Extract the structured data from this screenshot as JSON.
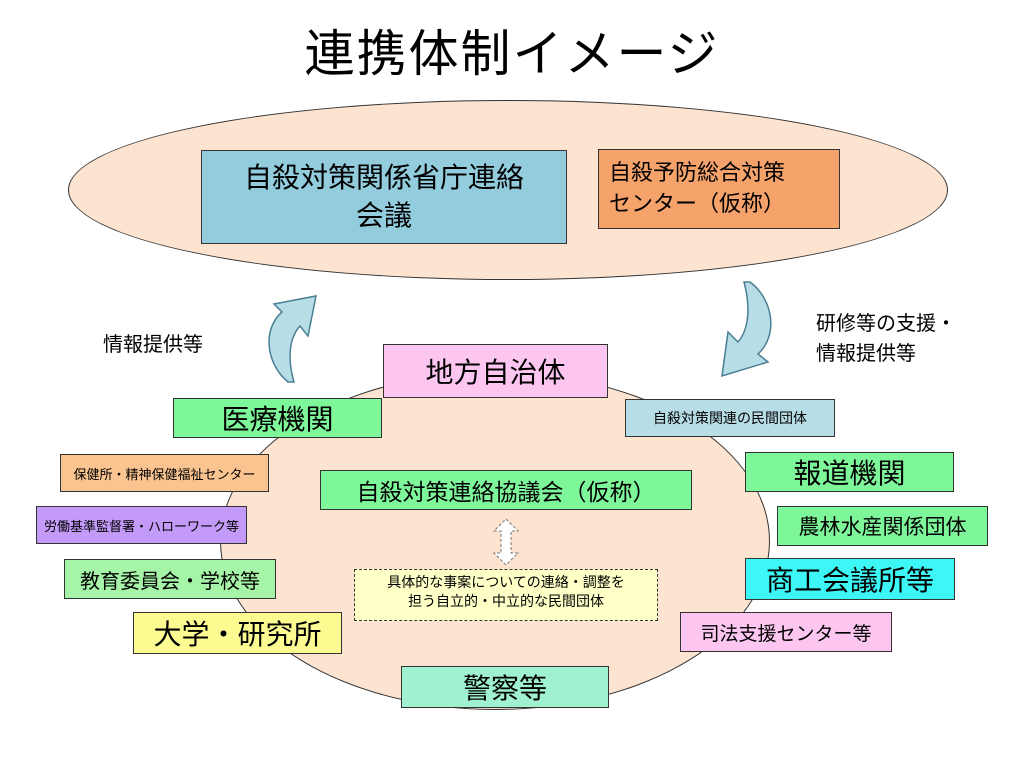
{
  "title": "連携体制イメージ",
  "top": {
    "council_line1": "自殺対策関係省庁連絡",
    "council_line2": "会議",
    "center_line1": "自殺予防総合対策",
    "center_line2": "センター（仮称）"
  },
  "arrows": {
    "left_label": "情報提供等",
    "right_label_line1": "研修等の支援・",
    "right_label_line2": "情報提供等"
  },
  "circle": {
    "local_gov": "地方自治体",
    "medical": "医療機関",
    "private_org": "自殺対策関連の民間団体",
    "health_center": "保健所・精神保健福祉センター",
    "press": "報道機関",
    "center_council": "自殺対策連絡協議会（仮称）",
    "labor": "労働基準監督署・ハローワーク等",
    "agri": "農林水産関係団体",
    "education": "教育委員会・学校等",
    "commerce": "商工会議所等",
    "university": "大学・研究所",
    "legal": "司法支援センター等",
    "police": "警察等",
    "note_line1": "具体的な事案についての連絡・調整を",
    "note_line2": "担う自立的・中立的な民間団体"
  },
  "colors": {
    "ellipse_fill": "#fce4d0",
    "arrow_fill": "#b7dde6"
  }
}
